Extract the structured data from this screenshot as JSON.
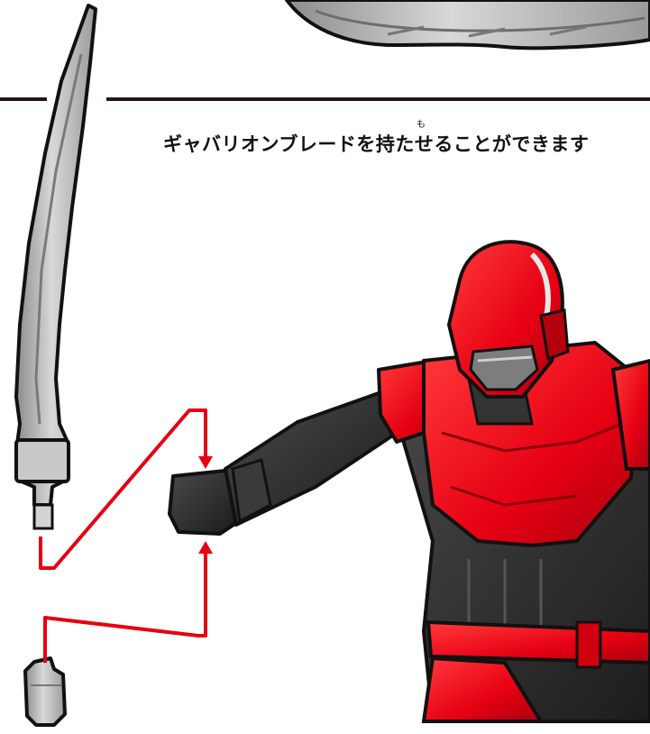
{
  "instruction": {
    "text": "ギャバリオンブレードを持たせることができます",
    "ruby": "も"
  },
  "colors": {
    "divider": "#231815",
    "arrow": "#e60012",
    "armor_red": "#e60012",
    "suit_black": "#2b2b2b",
    "blade_grey": "#b5b5b5"
  },
  "icons": {
    "weapon": "blade",
    "figure": "red-armored-hero",
    "part": "grip-connector",
    "accessory": "shield-disc"
  }
}
